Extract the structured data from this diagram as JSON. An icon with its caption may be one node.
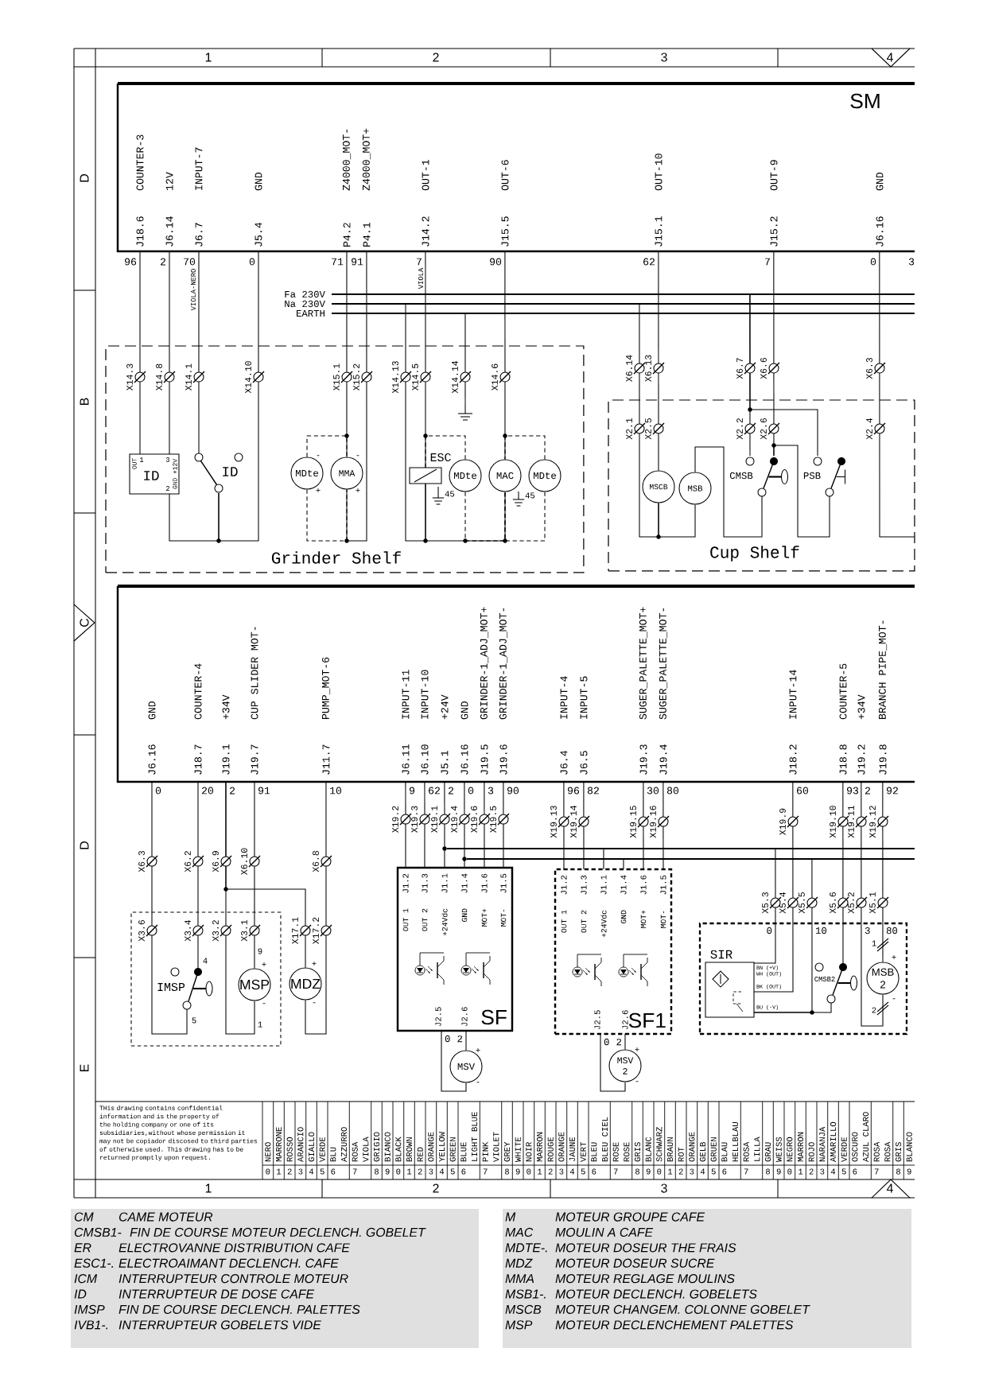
{
  "diagram": {
    "nodes": [
      {
        "text": [
          "SM",
          "COUNTER-3",
          "J18.6",
          "12V",
          "J6.14",
          "INPUT-7",
          "J6.7",
          "GND",
          "J5.4",
          "Z4000_MOT-",
          "P4.2",
          "Z4000_MOT+",
          "P4.1",
          "OUT-1",
          "J14.2",
          "OUT-6",
          "J15.5",
          "OUT-10",
          "J15.1",
          "OUT-9",
          "J15.2",
          "GND",
          "J6.16"
        ]
      },
      {
        "text": [
          "GND",
          "J6.16",
          "COUNTER-4",
          "J18.7",
          "+34V",
          "J19.1",
          "CUP SLIDER MOT-",
          "J19.7",
          "PUMP_MOT-6",
          "J11.7",
          "INPUT-11",
          "J6.11",
          "INPUT-10",
          "J6.10",
          "+24V",
          "J5.1",
          "GND",
          "J6.16",
          "GRINDER-1_ADJ_MOT+",
          "J19.5",
          "GRINDER-1_ADJ_MOT-",
          "J19.6",
          "INPUT-4",
          "J6.4",
          "INPUT-5",
          "J6.5",
          "SUGER_PALETTE_MOT+",
          "J19.3",
          "SUGER_PALETTE_MOT-",
          "J19.4",
          "INPUT-14",
          "J18.2",
          "COUNTER-5",
          "J18.8",
          "+34V",
          "J19.2",
          "BRANCH PIPE_MOT-",
          "J19.8"
        ]
      },
      {
        "text": [
          "Grinder Shelf"
        ]
      },
      {
        "text": [
          "Cup Shelf"
        ]
      },
      {
        "text": [
          "ID",
          "OUT",
          "1",
          "3",
          "2",
          "GND +12V"
        ],
        "in": 2
      },
      {
        "text": [
          "ID"
        ],
        "in": 2
      },
      {
        "text": [
          "MDte"
        ],
        "beside": [
          "-",
          "+"
        ],
        "in": 2
      },
      {
        "text": [
          "MMA"
        ],
        "beside": [
          "-",
          "+"
        ],
        "in": 2
      },
      {
        "text": [
          "ESC"
        ],
        "in": 2
      },
      {
        "text": [
          "MDte"
        ],
        "in": 2
      },
      {
        "text": [
          "MAC"
        ],
        "in": 2
      },
      {
        "text": [
          "MDte"
        ],
        "in": 2
      },
      {
        "text": [
          "MSCB"
        ],
        "in": 3
      },
      {
        "text": [
          "MSB"
        ],
        "in": 3
      },
      {
        "text": [
          "CMSB"
        ],
        "in": 3
      },
      {
        "text": [
          "PSB"
        ],
        "in": 3
      },
      {
        "text": [],
        "shape": "box"
      },
      {
        "text": [
          "IMSP"
        ],
        "beside": [
          "4",
          "5"
        ],
        "in": 16
      },
      {
        "text": [
          "MSP"
        ],
        "beside": [
          "9",
          "+",
          "-",
          "1"
        ],
        "in": 16
      },
      {
        "text": [
          "MDZ"
        ],
        "beside": [
          "+",
          "-"
        ]
      },
      {
        "text": [
          "SF",
          "J1.2",
          "J1.3",
          "J1.1",
          "J1.4",
          "J1.6",
          "J1.5",
          "OUT 1",
          "OUT 2",
          "+24Vdc",
          "GND",
          "MOT+",
          "MOT-",
          "J2.5",
          "J2.6"
        ]
      },
      {
        "text": [
          "SF1",
          "J1.2",
          "J1.3",
          "J1.1",
          "J1.4",
          "J1.6",
          "J1.5",
          "OUT 1",
          "OUT 2",
          "+24Vdc",
          "GND",
          "MOT+",
          "MOT-",
          "J2.5",
          "J2.6"
        ]
      },
      {
        "text": [
          "MSV"
        ],
        "beside": [
          "+",
          "-"
        ]
      },
      {
        "text": [
          "MSV 2"
        ],
        "beside": [
          "+",
          "-"
        ]
      },
      {
        "text": [],
        "shape": "box"
      },
      {
        "text": [
          "SIR",
          "BN (+V)",
          "WH (OUT)",
          "BK (OUT)",
          "BU (-V)"
        ],
        "in": 24
      },
      {
        "text": [
          "CMSB2"
        ],
        "in": 24
      },
      {
        "text": [
          "MSB 2"
        ],
        "beside": [
          "1",
          "+",
          "2",
          "-"
        ],
        "in": 24
      },
      {
        "text": [],
        "shape": "bar"
      },
      {
        "text": [],
        "shape": "bar"
      },
      {
        "text": [],
        "shape": "bar",
        "beside": [
          "Fa 230V"
        ]
      },
      {
        "text": [],
        "shape": "bar",
        "beside": [
          "Na 230V"
        ]
      },
      {
        "text": [],
        "shape": "bar",
        "beside": [
          "EARTH"
        ]
      },
      {
        "text": [],
        "shape": "ground",
        "in": 2
      }
    ],
    "edges": [
      {
        "from": 0,
        "to": 4,
        "arrow": "none"
      },
      {
        "from": 0,
        "to": 4,
        "arrow": "none"
      },
      {
        "from": 0,
        "to": 5,
        "arrow": "none"
      },
      {
        "from": 0,
        "to": 5,
        "arrow": "none"
      },
      {
        "from": 4,
        "to": 5,
        "arrow": "none"
      },
      {
        "from": 0,
        "to": 7,
        "arrow": "none"
      },
      {
        "from": 0,
        "to": 7,
        "arrow": "none"
      },
      {
        "from": 6,
        "to": 7,
        "arrow": "none",
        "style": "dashed"
      },
      {
        "from": 6,
        "to": 7,
        "arrow": "none",
        "style": "dashed"
      },
      {
        "from": 0,
        "to": 8,
        "arrow": "none"
      },
      {
        "from": 9,
        "to": 8,
        "arrow": "none",
        "style": "dashed"
      },
      {
        "from": 8,
        "to": 10,
        "arrow": "none"
      },
      {
        "from": 9,
        "to": 10,
        "arrow": "none",
        "style": "dashed"
      },
      {
        "from": 0,
        "to": 10,
        "arrow": "none"
      },
      {
        "from": 11,
        "to": 10,
        "arrow": "none",
        "style": "dashed"
      },
      {
        "from": 11,
        "to": 10,
        "arrow": "none",
        "style": "dashed"
      },
      {
        "from": 0,
        "to": 12,
        "arrow": "none"
      },
      {
        "from": 12,
        "to": 13,
        "arrow": "none"
      },
      {
        "from": 13,
        "to": 14,
        "arrow": "none"
      },
      {
        "from": 0,
        "to": 14,
        "arrow": "none"
      },
      {
        "from": 14,
        "to": 15,
        "arrow": "none"
      },
      {
        "from": 0,
        "to": 3,
        "arrow": "none"
      },
      {
        "from": 1,
        "to": 17,
        "arrow": "none"
      },
      {
        "from": 1,
        "to": 17,
        "arrow": "none"
      },
      {
        "from": 1,
        "to": 18,
        "arrow": "none"
      },
      {
        "from": 1,
        "to": 18,
        "arrow": "none"
      },
      {
        "from": 1,
        "to": 19,
        "arrow": "none"
      },
      {
        "from": 1,
        "to": 19,
        "arrow": "none"
      },
      {
        "from": 1,
        "to": 20,
        "arrow": "none"
      },
      {
        "from": 1,
        "to": 20,
        "arrow": "none"
      },
      {
        "from": 1,
        "to": 20,
        "arrow": "none"
      },
      {
        "from": 1,
        "to": 20,
        "arrow": "none"
      },
      {
        "from": 1,
        "to": 20,
        "arrow": "none"
      },
      {
        "from": 1,
        "to": 20,
        "arrow": "none"
      },
      {
        "from": 1,
        "to": 21,
        "arrow": "none"
      },
      {
        "from": 1,
        "to": 21,
        "arrow": "none"
      },
      {
        "from": 1,
        "to": 21,
        "arrow": "none"
      },
      {
        "from": 1,
        "to": 21,
        "arrow": "none"
      },
      {
        "from": 20,
        "to": 22,
        "arrow": "none"
      },
      {
        "from": 20,
        "to": 22,
        "arrow": "none"
      },
      {
        "from": 21,
        "to": 23,
        "arrow": "none"
      },
      {
        "from": 21,
        "to": 23,
        "arrow": "none"
      },
      {
        "from": 1,
        "to": 25,
        "arrow": "none"
      },
      {
        "from": 28,
        "to": 25,
        "arrow": "none"
      },
      {
        "from": 29,
        "to": 25,
        "arrow": "none"
      },
      {
        "from": 26,
        "to": 25,
        "arrow": "none"
      },
      {
        "from": 1,
        "to": 26,
        "arrow": "none"
      },
      {
        "from": 1,
        "to": 27,
        "arrow": "none"
      },
      {
        "from": 1,
        "to": 27,
        "arrow": "none"
      },
      {
        "from": 28,
        "to": 21,
        "arrow": "none"
      },
      {
        "from": 29,
        "to": 21,
        "arrow": "none"
      },
      {
        "from": 31,
        "to": 8,
        "arrow": "none"
      },
      {
        "from": 32,
        "to": 33,
        "arrow": "none"
      },
      {
        "from": 31,
        "to": 12,
        "arrow": "none"
      },
      {
        "from": 30,
        "to": 14,
        "arrow": "none"
      },
      {
        "from": 30,
        "to": 15,
        "arrow": "none"
      }
    ],
    "labels": [
      "1",
      "2",
      "3",
      "4",
      "D",
      "B",
      "C",
      "D",
      "E",
      "96",
      "2",
      "70",
      "0",
      "71",
      "91",
      "7",
      "90",
      "62",
      "7",
      "0",
      "3",
      "VIOLA-NERO",
      "VIOLA",
      "X14.3",
      "X14.8",
      "X14.1",
      "X14.10",
      "X15.1",
      "X15.2",
      "X14.13",
      "X14.5",
      "X14.14",
      "X14.6",
      "X6.14",
      "X6.13",
      "X6.7",
      "X6.6",
      "X6.3",
      "X2.1",
      "X2.5",
      "X2.2",
      "X2.6",
      "X2.4",
      "45",
      "45",
      "0",
      "20",
      "2",
      "91",
      "10",
      "9",
      "62",
      "2",
      "0",
      "3",
      "90",
      "96",
      "82",
      "30",
      "80",
      "60",
      "93",
      "2",
      "92",
      "X19.2",
      "X19.3",
      "X19.1",
      "X19.4",
      "X19.6",
      "X19.5",
      "X19.13",
      "X19.14",
      "X19.15",
      "X19.16",
      "X19.9",
      "X19.10",
      "X19.11",
      "X19.12",
      "X6.3",
      "X6.2",
      "X6.9",
      "X6.10",
      "X6.8",
      "X5.3",
      "X5.4",
      "X5.5",
      "X5.6",
      "X5.2",
      "X5.1",
      "X3.6",
      "X3.4",
      "X3.2",
      "X3.1",
      "X17.1",
      "X17.2",
      "0",
      "10",
      "3",
      "80",
      "0",
      "2",
      "0",
      "2",
      "THis drawing contains confidential information and is the property of the holding company or one of its subsidiaries,without whose permission it may not be copiador discosed to third parties of otherwise used. This drawing has to be returned promptly upon request.",
      "0",
      "NERO",
      "1",
      "MARRONE",
      "2",
      "ROSSO",
      "3",
      "ARANCIO",
      "4",
      "GIALLO",
      "5",
      "VERDE",
      "6",
      "BLU",
      "AZZURRO",
      "7",
      "ROSA",
      "VIOLA",
      "8",
      "GRIGIO",
      "9",
      "BIANCO",
      "0",
      "BLACK",
      "1",
      "BROWN",
      "2",
      "RED",
      "3",
      "ORANGE",
      "4",
      "YELLOW",
      "5",
      "GREEN",
      "6",
      "BLUE",
      "LIGHT BLUE",
      "7",
      "PINK",
      "VIOLET",
      "8",
      "GREY",
      "9",
      "WHITE",
      "0",
      "NOIR",
      "1",
      "MARRON",
      "2",
      "ROUGE",
      "3",
      "ORANGE",
      "4",
      "JAUNE",
      "5",
      "VERT",
      "6",
      "BLEU",
      "BLEU CIEL",
      "7",
      "ROSE",
      "ROSE",
      "8",
      "GRIS",
      "9",
      "BLANC",
      "0",
      "SCHWARZ",
      "1",
      "BRAUN",
      "2",
      "ROT",
      "3",
      "ORANGE",
      "4",
      "GELB",
      "5",
      "GRUEN",
      "6",
      "BLAU",
      "HELLBLAU",
      "7",
      "ROSA",
      "LILLA",
      "8",
      "GRAU",
      "9",
      "WEISS",
      "0",
      "NEGRO",
      "1",
      "MARRON",
      "2",
      "ROJO",
      "3",
      "NARANJA",
      "4",
      "AMARILLO",
      "5",
      "VERDE",
      "6",
      "OSCURO",
      "AZUL CLARO",
      "7",
      "ROSA",
      "ROSA",
      "8",
      "GRIS",
      "9",
      "BLANCO",
      "1",
      "2",
      "3",
      "4",
      "CM",
      "CAME MOTEUR",
      "CMSB1-",
      "FIN DE COURSE MOTEUR DECLENCH. GOBELET",
      "ER",
      "ELECTROVANNE DISTRIBUTION CAFE",
      "ESC1-.",
      "ELECTROAIMANT DECLENCH. CAFE",
      "ICM",
      "INTERRUPTEUR CONTROLE MOTEUR",
      "ID",
      "INTERRUPTEUR DE DOSE CAFE",
      "IMSP",
      "FIN DE COURSE DECLENCH. PALETTES",
      "IVB1-.",
      "INTERRUPTEUR GOBELETS VIDE",
      "M",
      "MOTEUR GROUPE CAFE",
      "MAC",
      "MOULIN A CAFE",
      "MDTE-.",
      "MOTEUR DOSEUR THE FRAIS",
      "MDZ",
      "MOTEUR DOSEUR SUCRE",
      "MMA",
      "MOTEUR REGLAGE MOULINS",
      "MSB1-.",
      "MOTEUR DECLENCH. GOBELETS",
      "MSCB",
      "MOTEUR CHANGEM. COLONNE GOBELET",
      "MSP",
      "MOTEUR DECLENCHEMENT PALETTES"
    ]
  }
}
